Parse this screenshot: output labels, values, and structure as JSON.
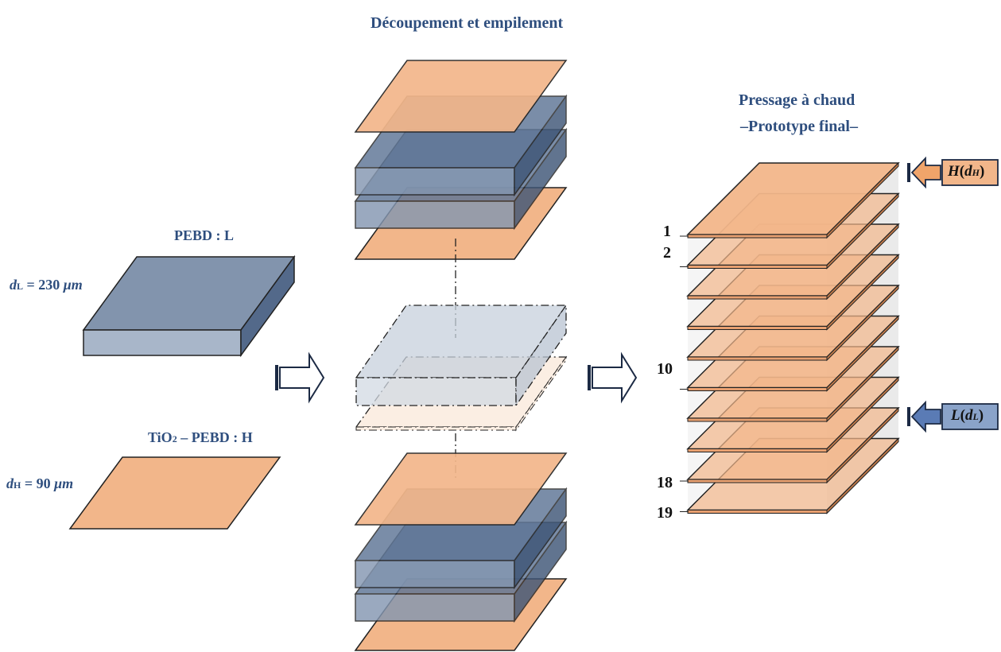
{
  "title": "Découpement et empilement",
  "right_title_line1": "Pressage à chaud",
  "right_title_line2": "–Prototype final–",
  "pebd_label": "PEBD : L",
  "d_l": {
    "var": "d",
    "sub": "L",
    "rest": " = 230 ",
    "unit": "μm"
  },
  "tio2_label": {
    "part1": "TiO",
    "sub": "2",
    "part2": " – PEBD : H"
  },
  "d_h": {
    "var": "d",
    "sub": "H",
    "rest": " = 90 ",
    "unit": "μm"
  },
  "layer_numbers": [
    "1",
    "2",
    "10",
    "18",
    "19"
  ],
  "marker_h": {
    "letter": "H",
    "open": "(",
    "var": "d",
    "sub": "H",
    "close": ")"
  },
  "marker_l": {
    "letter": "L",
    "open": "(",
    "var": "d",
    "sub": "L",
    "close": ")"
  },
  "colors": {
    "orange": "#f2b68a",
    "orange_border": "#1a1a1a",
    "blue_top": "#7f93ad",
    "blue_front": "#a6b5c8",
    "title_blue": "#2e4e7e",
    "marker_blue": "#5a7bb5",
    "marker_orange": "#f0a46a"
  }
}
